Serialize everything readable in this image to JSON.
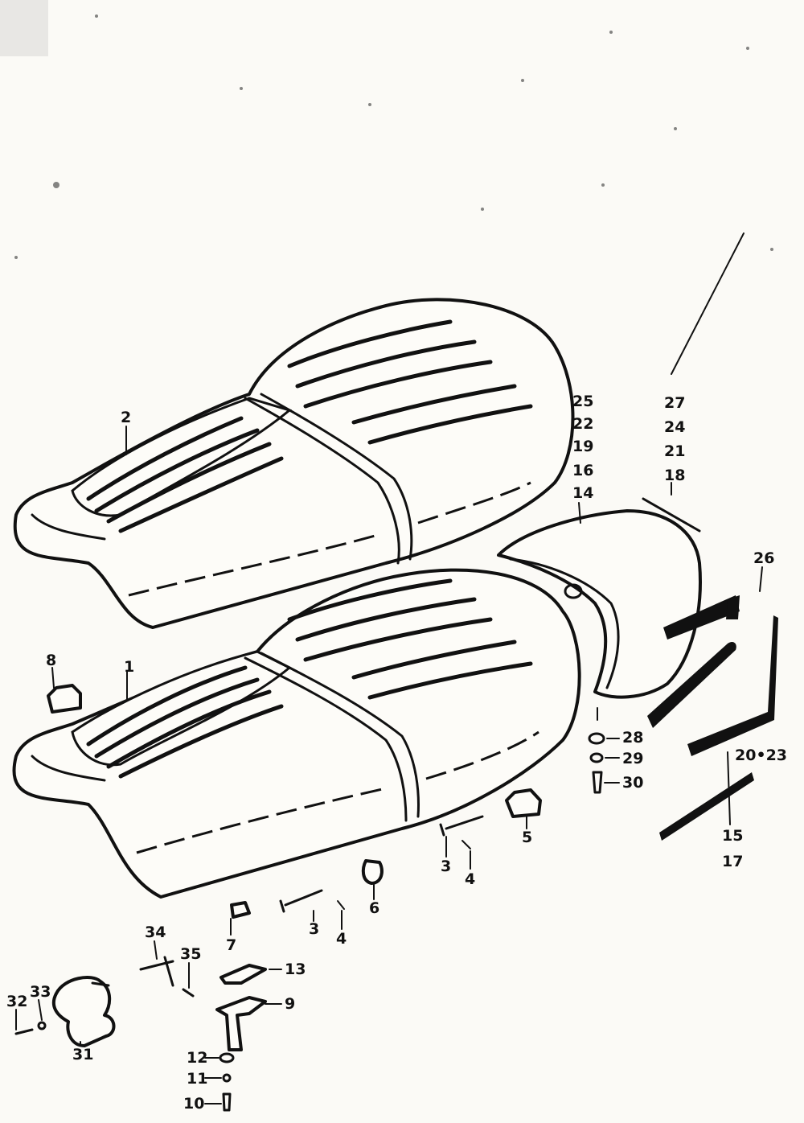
{
  "diagram": {
    "labels": [
      "2",
      "1",
      "8",
      "25",
      "22",
      "19",
      "16",
      "14",
      "27",
      "24",
      "21",
      "18",
      "26",
      "28",
      "29",
      "30",
      "20•23",
      "15",
      "17",
      "5",
      "3",
      "4",
      "6",
      "7",
      "13",
      "9",
      "34",
      "35",
      "32",
      "33",
      "31",
      "12",
      "11",
      "10"
    ]
  },
  "colors": {
    "ink": "#111111",
    "paper": "#fbfaf6"
  }
}
